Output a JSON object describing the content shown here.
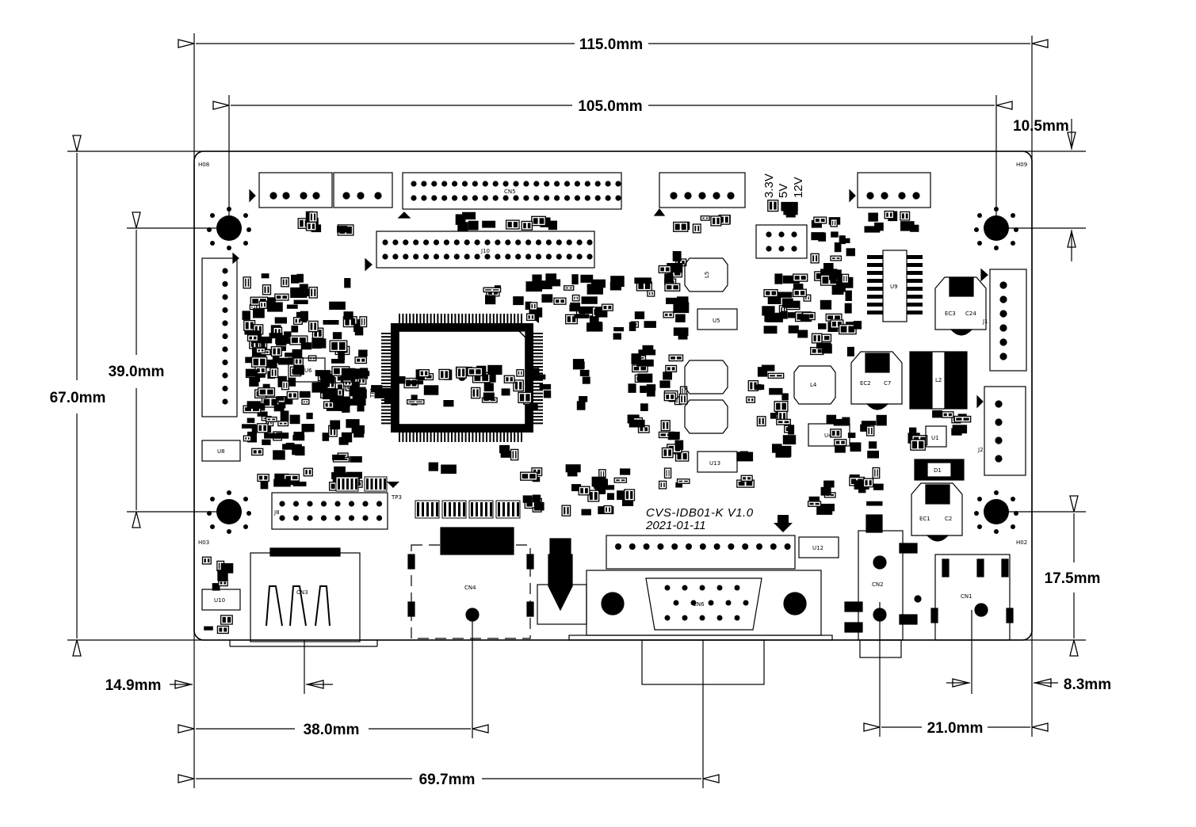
{
  "dimensions": {
    "overall_width": "115.0mm",
    "hole_spacing_x": "105.0mm",
    "top_hole_offset": "10.5mm",
    "overall_height": "67.0mm",
    "hole_spacing_y": "39.0mm",
    "bottom_hole_offset": "17.5mm",
    "left_offset": "14.9mm",
    "right_offset": "8.3mm",
    "cn4_offset": "38.0mm",
    "vga_offset": "69.7mm",
    "cn2_cn1_spacing": "21.0mm"
  },
  "board": {
    "name": "CVS-IDB01-K  V1.0",
    "date": "2021-01-11",
    "voltages": [
      "3.3V",
      "5V",
      "12V"
    ]
  },
  "designators": {
    "h_top_left": "H08",
    "h_top_right": "H09",
    "h_bottom_left": "H03",
    "h_bottom_right": "H02",
    "cn5": "CN5",
    "j10": "J10",
    "u6": "U6",
    "u8": "U8",
    "u10": "U10",
    "j8": "J8",
    "cn3": "CN3",
    "cn4": "CN4",
    "cn6": "CN6",
    "cn2": "CN2",
    "cn1": "CN1",
    "j1": "J1",
    "j2": "J2",
    "u9": "U9",
    "u5": "U5",
    "u4": "U4",
    "u1": "U1",
    "u12": "U12",
    "u13": "U13",
    "l2": "L2",
    "l4": "L4",
    "l5": "L5",
    "d1": "D1",
    "ec1": "EC1",
    "c2": "C2",
    "ec2": "EC2",
    "c7": "C7",
    "ec3": "EC3",
    "c24": "C24",
    "tp1": "TP1",
    "tp3": "TP3"
  }
}
